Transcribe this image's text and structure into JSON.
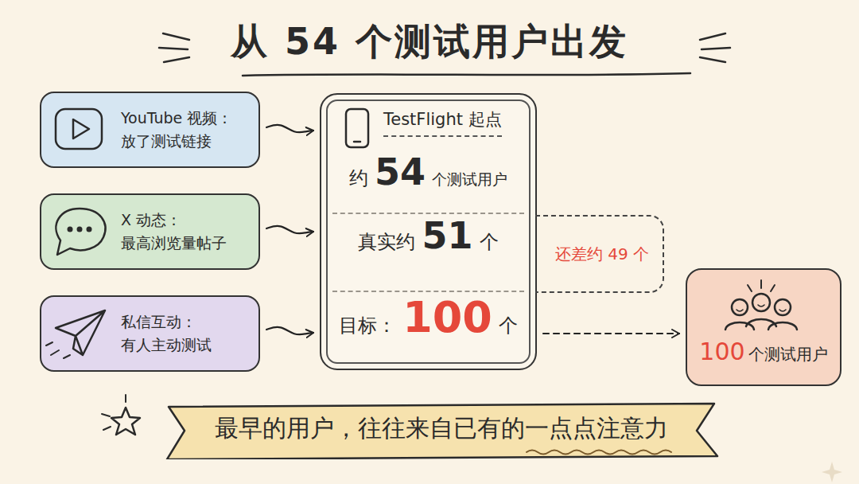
{
  "diagram": {
    "title": "从 54 个测试用户出发",
    "nodes": [
      {
        "text": [
          "YouTube 视频： 放了测试链接"
        ]
      },
      {
        "text": [
          "X 动态： 最高浏览量帖子"
        ]
      },
      {
        "text": [
          "私信互动： 有人主动测试"
        ]
      },
      {
        "text": [
          "TestFlight 起点",
          "约",
          "54",
          "个测试用户",
          "真实约",
          "51",
          "个",
          "目标：",
          "100",
          "个"
        ]
      },
      {
        "text": [
          "还差约 49 个"
        ]
      },
      {
        "text": [
          "100",
          "个测试用户"
        ]
      },
      {
        "text": [
          "最早的用户，往往来自已有的一点点注意力"
        ]
      }
    ],
    "edges": [
      {
        "from": 0,
        "to": 3,
        "arrow": "to"
      },
      {
        "from": 1,
        "to": 3,
        "arrow": "to"
      },
      {
        "from": 2,
        "to": 3,
        "arrow": "to"
      },
      {
        "from": 3,
        "to": 5,
        "arrow": "to"
      }
    ]
  }
}
